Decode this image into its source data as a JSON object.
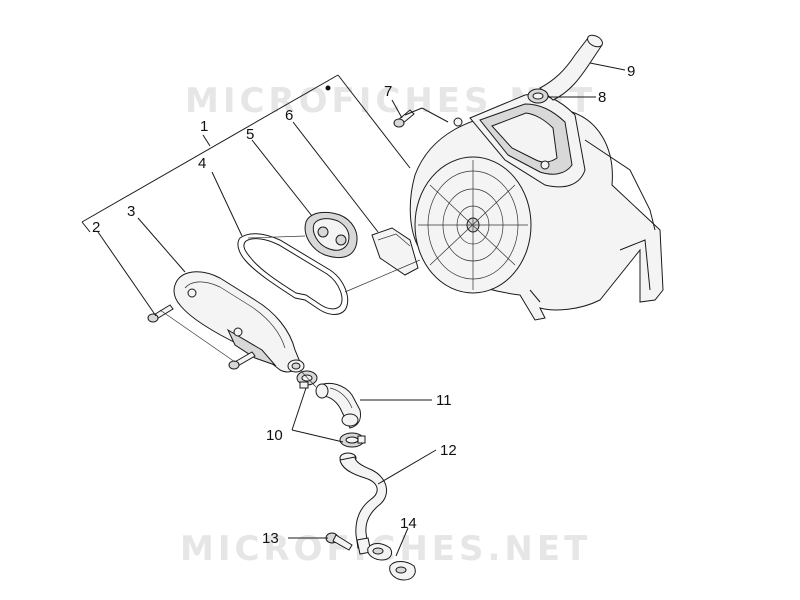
{
  "watermark": {
    "text": "MICROFICHES.NET"
  },
  "callouts": {
    "c1": "1",
    "c2": "2",
    "c3": "3",
    "c4": "4",
    "c5": "5",
    "c6": "6",
    "c7": "7",
    "c8": "8",
    "c9": "9",
    "c10": "10",
    "c11": "11",
    "c12": "12",
    "c13": "13",
    "c14": "14"
  }
}
